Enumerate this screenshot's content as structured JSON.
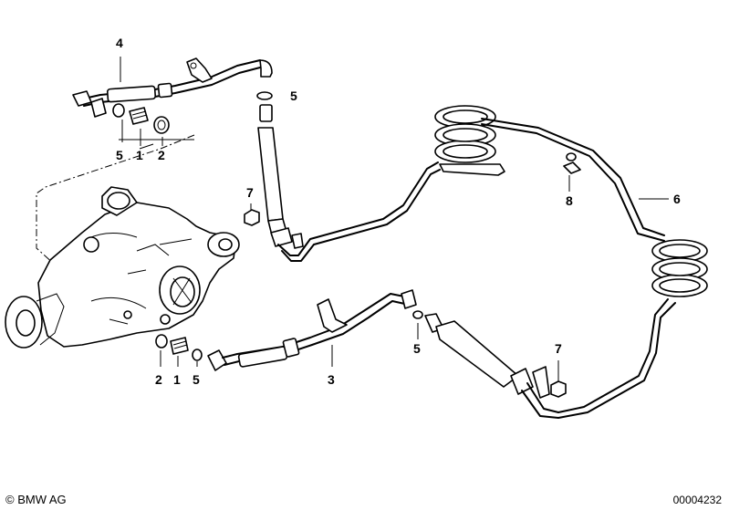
{
  "callouts": {
    "upper": {
      "hose_4": "4",
      "oring_5": "5",
      "o_5_left": "5",
      "u_1_left": "1",
      "u_2_left": "2"
    },
    "lower": {
      "l_2": "2",
      "l_1": "1",
      "l_5": "5",
      "hose_3": "3",
      "mid_5": "5"
    },
    "right": {
      "nut_7_upper": "7",
      "clip_8": "8",
      "cooler_6": "6",
      "nut_7_lower": "7"
    }
  },
  "footer": {
    "copyright": "© BMW AG",
    "doc_number": "00004232"
  }
}
